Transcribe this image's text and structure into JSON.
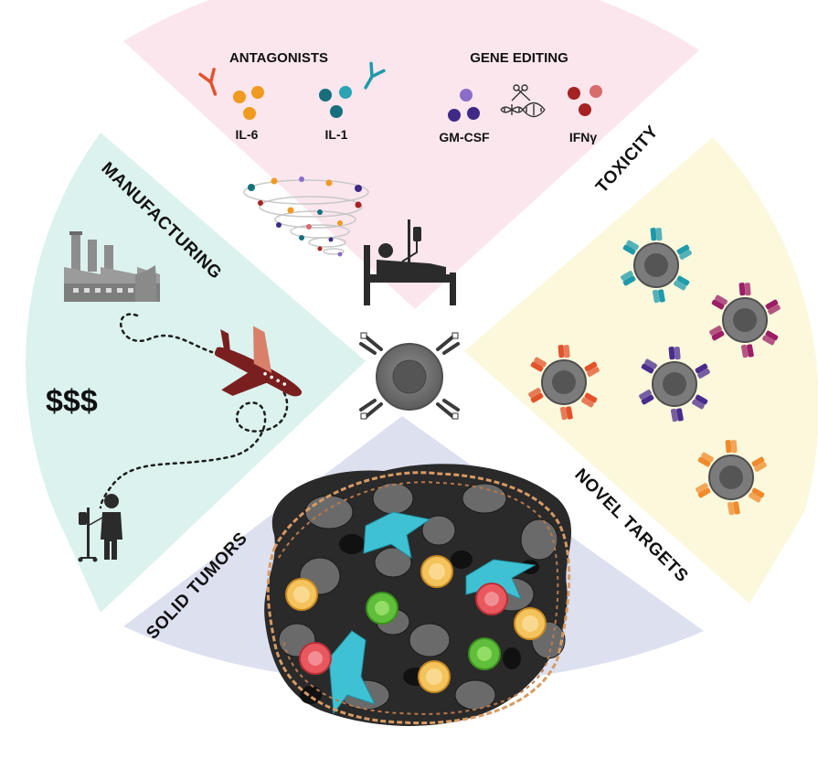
{
  "sections": {
    "toxicity": {
      "title": "TOXICITY",
      "antagonists_title": "ANTAGONISTS",
      "gene_editing_title": "GENE EDITING",
      "cytokines": [
        "IL-6",
        "IL-1",
        "GM-CSF",
        "IFNγ"
      ]
    },
    "manufacturing": {
      "title": "MANUFACTURING",
      "cost": "$$$"
    },
    "novel_targets": {
      "title": "NOVEL TARGETS"
    },
    "solid_tumors": {
      "title": "SOLID TUMORS"
    }
  },
  "colors": {
    "toxicity_bg": "#fbe6ee",
    "manufacturing_bg": "#dbf2ee",
    "novel_targets_bg": "#fbf8dc",
    "solid_tumors_bg": "#dde0ef",
    "cell_gray": "#7b7b7b",
    "teal": "#1e9aab",
    "magenta": "#9c1e66",
    "orange_red": "#e2522b",
    "purple": "#4a2c8c",
    "orange": "#f08a2a",
    "plane": "#7a1f1f"
  },
  "icons": [
    "factory-icon",
    "airplane-icon",
    "patient-iv-icon",
    "hospital-bed-icon",
    "cytokine-storm-icon",
    "dna-scissors-icon",
    "antibody-icon",
    "car-t-cell-icon",
    "tumor-mass-icon"
  ]
}
